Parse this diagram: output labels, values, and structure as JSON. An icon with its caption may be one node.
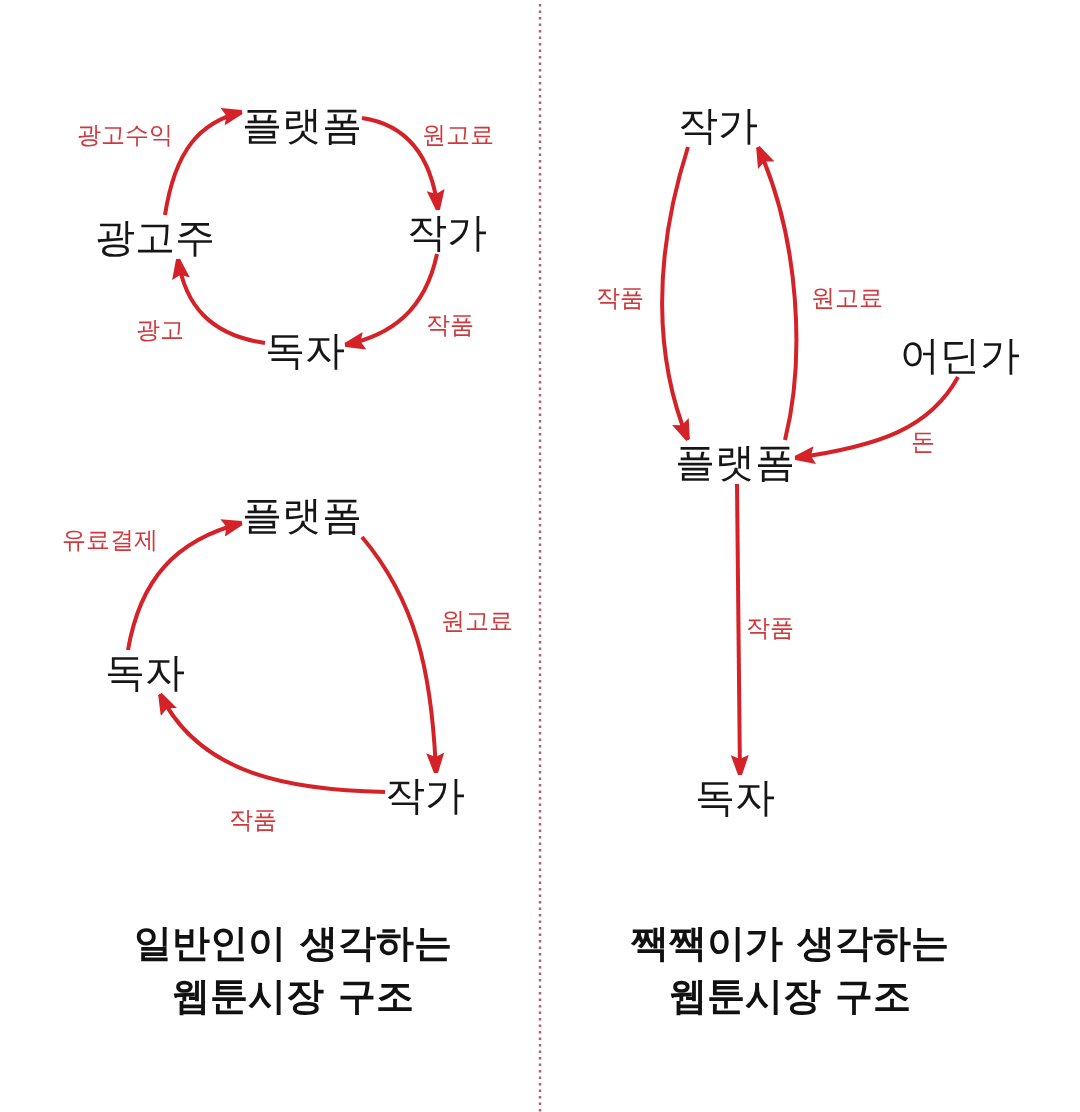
{
  "diagram": {
    "nodes": [
      {
        "text": [
          "플랫폼"
        ]
      },
      {
        "text": [
          "광고주"
        ]
      },
      {
        "text": [
          "작가"
        ]
      },
      {
        "text": [
          "독자"
        ]
      },
      {
        "text": [
          "플랫폼"
        ]
      },
      {
        "text": [
          "독자"
        ]
      },
      {
        "text": [
          "작가"
        ]
      },
      {
        "text": [
          "작가"
        ]
      },
      {
        "text": [
          "어딘가"
        ]
      },
      {
        "text": [
          "플랫폼"
        ]
      },
      {
        "text": [
          "독자"
        ]
      }
    ],
    "edges": [
      {
        "from": 1,
        "to": 0,
        "arrow": "to",
        "label": "광고수익"
      },
      {
        "from": 0,
        "to": 2,
        "arrow": "to",
        "label": "원고료"
      },
      {
        "from": 2,
        "to": 3,
        "arrow": "to",
        "label": "작품"
      },
      {
        "from": 3,
        "to": 1,
        "arrow": "to",
        "label": "광고"
      },
      {
        "from": 5,
        "to": 4,
        "arrow": "to",
        "label": "유료결제"
      },
      {
        "from": 4,
        "to": 6,
        "arrow": "to",
        "label": "원고료"
      },
      {
        "from": 6,
        "to": 5,
        "arrow": "to",
        "label": "작품"
      },
      {
        "from": 7,
        "to": 9,
        "arrow": "to",
        "label": "작품"
      },
      {
        "from": 9,
        "to": 7,
        "arrow": "to",
        "label": "원고료"
      },
      {
        "from": 8,
        "to": 9,
        "arrow": "to",
        "label": "돈"
      },
      {
        "from": 9,
        "to": 10,
        "arrow": "to",
        "label": "작품"
      }
    ],
    "labels": [
      "일반인이 생각하는 웹툰시장 구조",
      "짹짹이가 생각하는 웹툰시장 구조"
    ]
  }
}
